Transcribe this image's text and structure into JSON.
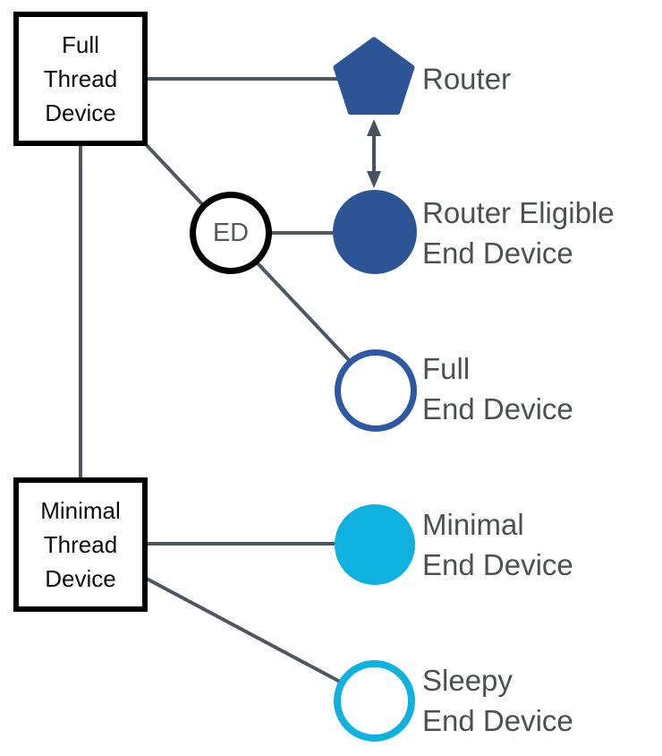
{
  "palette": {
    "dark_blue": "#2D5596",
    "full_end_device_ring_blue": "#2E57A5",
    "cyan": "#0FB2DF",
    "connector_gray": "#4E5760",
    "arrow_gray": "#47525B",
    "label_gray": "#4C5055",
    "box_text": "#0B0C0D",
    "box_border": "#000000",
    "background": "#FFFFFF"
  },
  "boxes": {
    "full_thread_device": {
      "label": "Full\nThread\nDevice"
    },
    "minimal_thread_device": {
      "label": "Minimal\nThread\nDevice"
    }
  },
  "ed_badge": {
    "label": "ED"
  },
  "nodes": {
    "router": {
      "label": "Router",
      "shape": "pentagon",
      "fill": "#2D5596"
    },
    "router_eligible_end_device": {
      "label": "Router Eligible\nEnd Device",
      "shape": "filled-circle",
      "fill": "#2D5596"
    },
    "full_end_device": {
      "label": "Full\nEnd Device",
      "shape": "outlined-circle",
      "outline": "#2E57A5"
    },
    "minimal_end_device": {
      "label": "Minimal\nEnd Device",
      "shape": "filled-circle",
      "fill": "#0FB2DF"
    },
    "sleepy_end_device": {
      "label": "Sleepy\nEnd Device",
      "shape": "outlined-circle",
      "outline": "#0FB2DF"
    }
  },
  "edges": [
    {
      "from": "Full Thread Device",
      "to": "Router",
      "type": "line"
    },
    {
      "from": "Full Thread Device",
      "to": "ED",
      "type": "line"
    },
    {
      "from": "Full Thread Device",
      "to": "Minimal Thread Device",
      "type": "line"
    },
    {
      "from": "ED",
      "to": "Router Eligible End Device",
      "type": "line"
    },
    {
      "from": "ED",
      "to": "Full End Device",
      "type": "line"
    },
    {
      "from": "Minimal Thread Device",
      "to": "Minimal End Device",
      "type": "line"
    },
    {
      "from": "Minimal Thread Device",
      "to": "Sleepy End Device",
      "type": "line"
    },
    {
      "from": "Router",
      "to": "Router Eligible End Device",
      "type": "bidirectional-arrow"
    }
  ]
}
